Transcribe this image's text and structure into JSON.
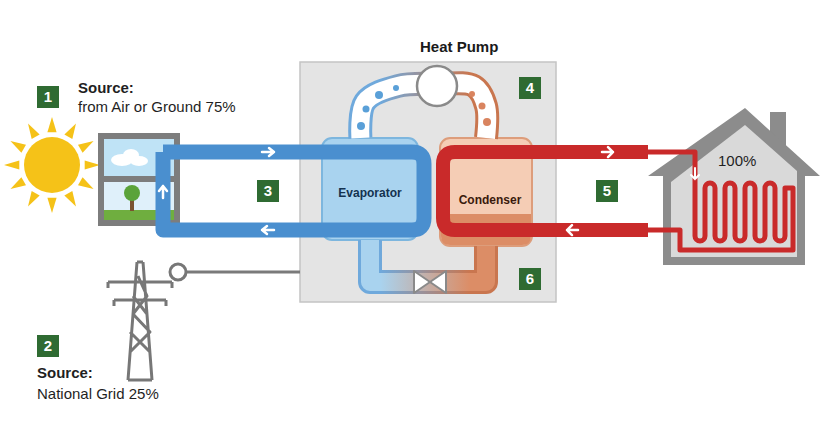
{
  "diagram": {
    "nodes": [
      {
        "text": [
          "Heat Pump"
        ]
      },
      {
        "text": [
          "Evaporator"
        ],
        "in": 0
      },
      {
        "text": [
          "Condenser"
        ],
        "in": 0
      },
      {
        "text": [
          "100%"
        ]
      }
    ],
    "edges": [
      {
        "from": 2,
        "to": 3,
        "arrow": "to"
      },
      {
        "from": 3,
        "to": 2,
        "arrow": "to"
      },
      {
        "from": 1,
        "to": 2,
        "arrow": "none"
      },
      {
        "from": 2,
        "to": 1,
        "arrow": "none"
      }
    ],
    "labels": [
      "1",
      "Source:",
      "from Air or Ground 75%",
      "2",
      "Source:",
      "National Grid 25%",
      "3",
      "4",
      "5",
      "6"
    ]
  }
}
